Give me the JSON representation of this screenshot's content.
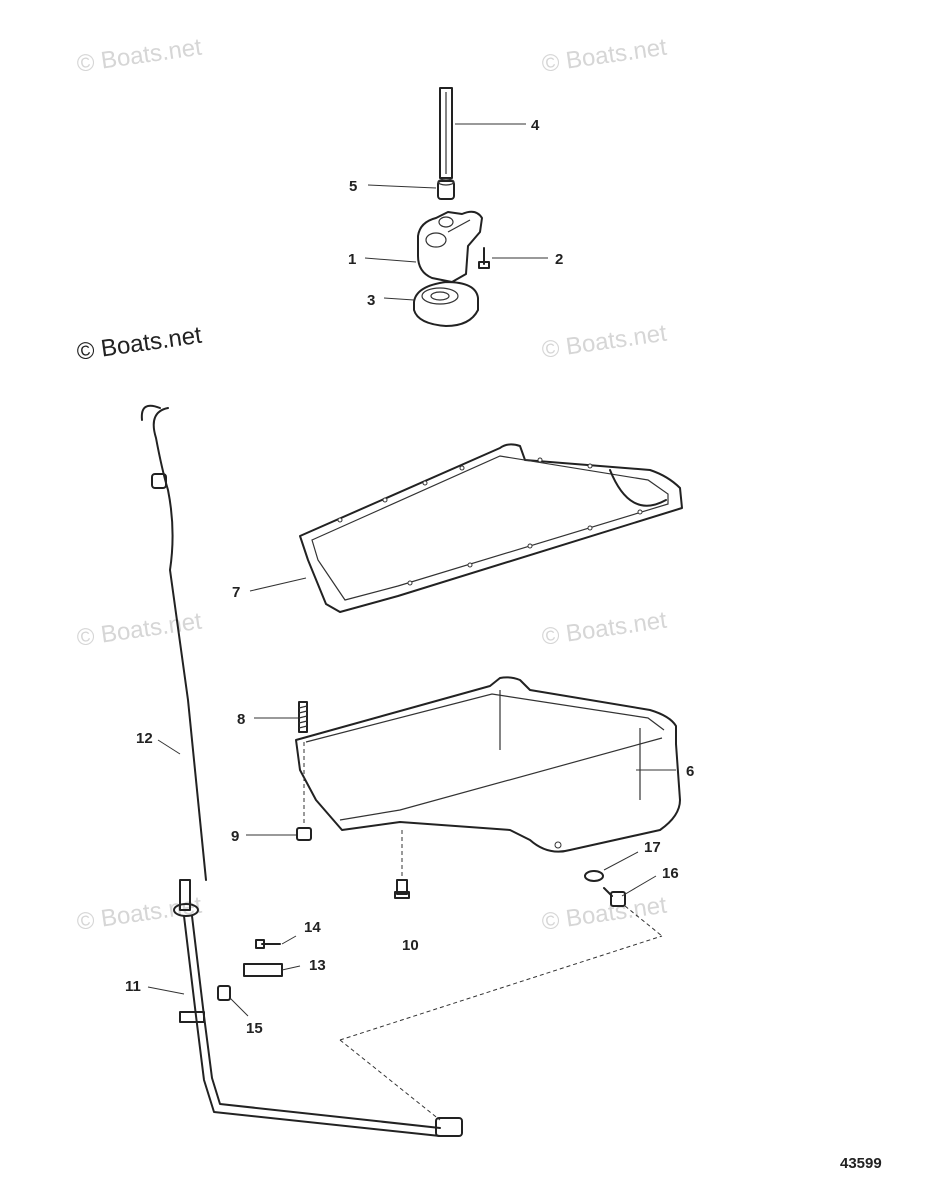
{
  "watermarks": [
    "© Boats.net",
    "© Boats.net",
    "© Boats.net",
    "© Boats.net",
    "© Boats.net",
    "© Boats.net",
    "© Boats.net",
    "© Boats.net"
  ],
  "reference_number": "43599",
  "callouts": [
    {
      "id": "4",
      "label": "4"
    },
    {
      "id": "5",
      "label": "5"
    },
    {
      "id": "1",
      "label": "1"
    },
    {
      "id": "2",
      "label": "2"
    },
    {
      "id": "3",
      "label": "3"
    },
    {
      "id": "7",
      "label": "7"
    },
    {
      "id": "8",
      "label": "8"
    },
    {
      "id": "6",
      "label": "6"
    },
    {
      "id": "12",
      "label": "12"
    },
    {
      "id": "9",
      "label": "9"
    },
    {
      "id": "17",
      "label": "17"
    },
    {
      "id": "16",
      "label": "16"
    },
    {
      "id": "10",
      "label": "10"
    },
    {
      "id": "14",
      "label": "14"
    },
    {
      "id": "13",
      "label": "13"
    },
    {
      "id": "11",
      "label": "11"
    },
    {
      "id": "15",
      "label": "15"
    }
  ]
}
